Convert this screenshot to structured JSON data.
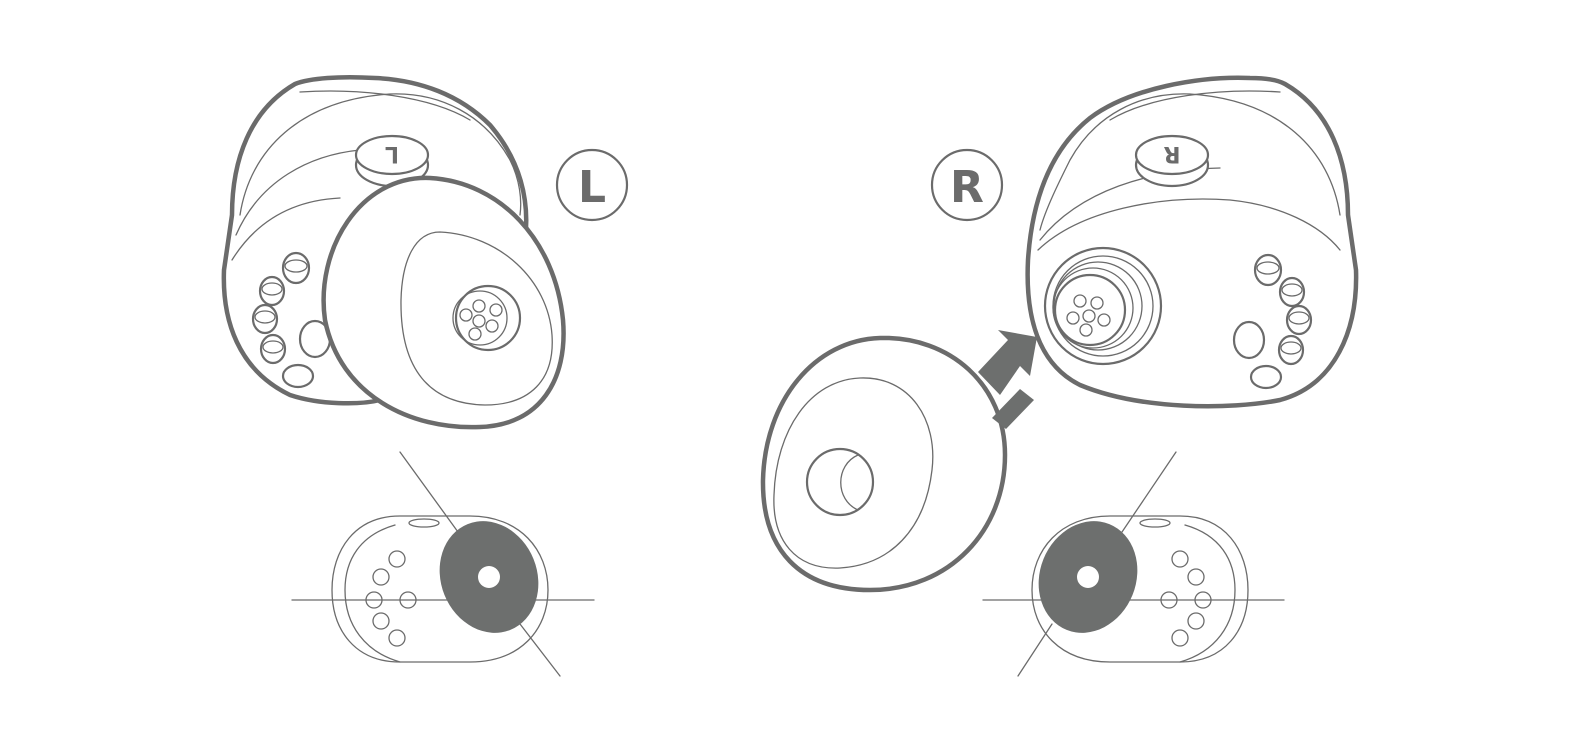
{
  "labels": {
    "left_badge": "L",
    "right_badge": "R",
    "left_bud_mark": "L",
    "right_bud_mark": "R"
  },
  "colors": {
    "line": "#6b6b6b",
    "filled_tip": "#6d6f6e",
    "background": "#ffffff"
  }
}
